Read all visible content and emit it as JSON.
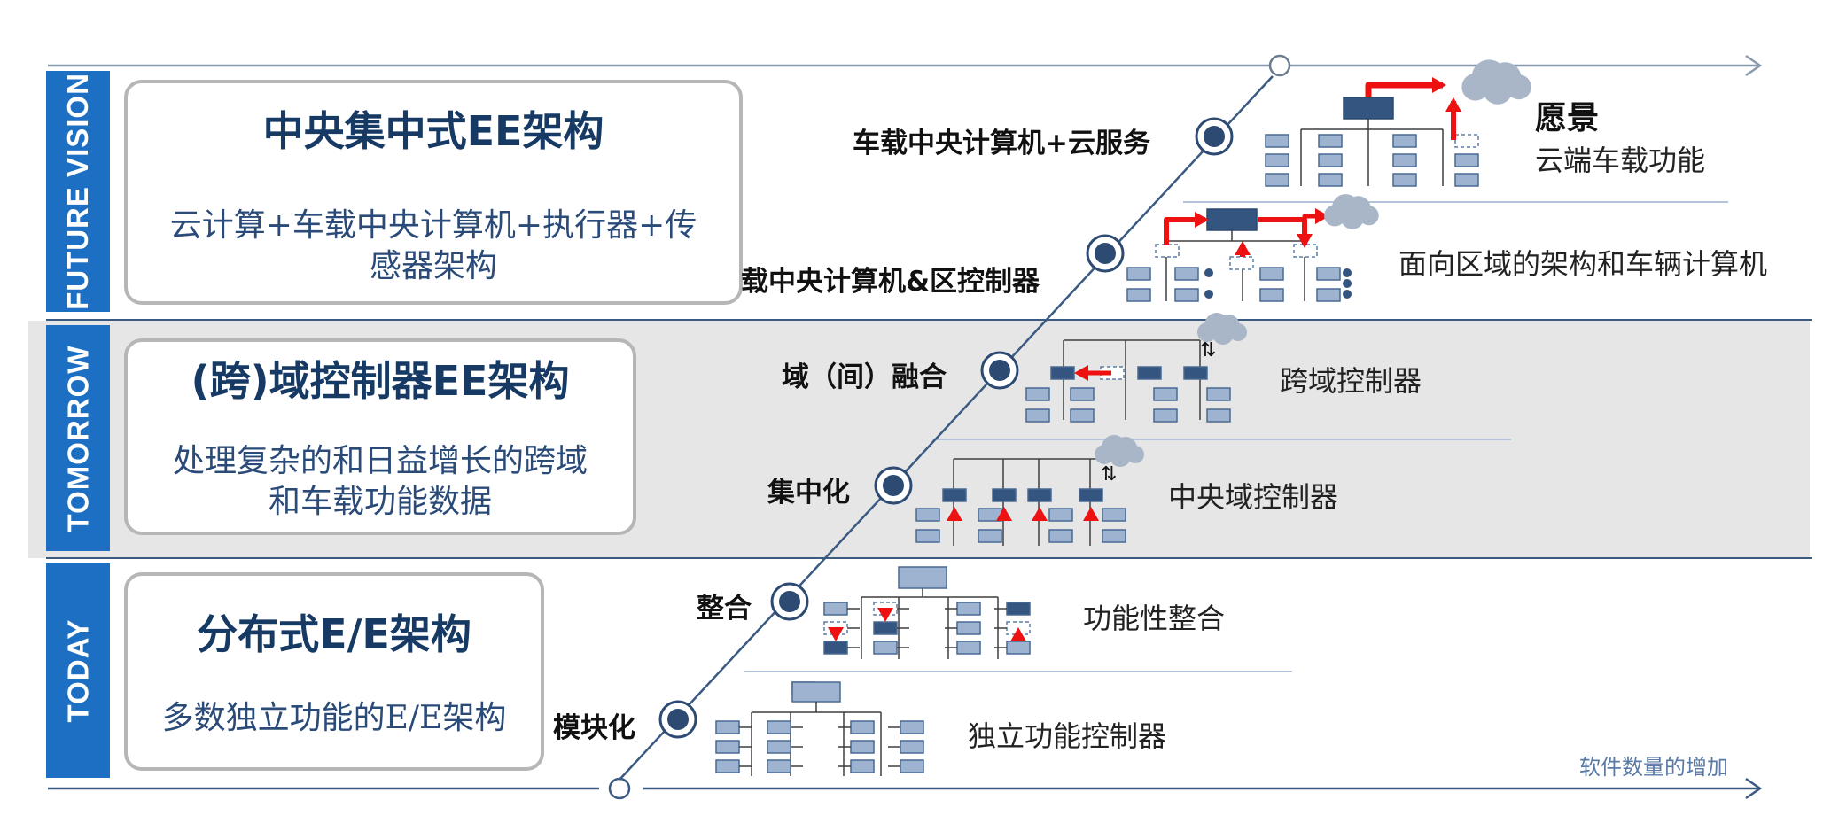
{
  "bands": {
    "future": "FUTURE VISION",
    "tomorrow": "TOMORROW",
    "today": "TODAY"
  },
  "cards": {
    "central": {
      "title": "中央集中式EE架构",
      "desc_line1": "云计算+车载中央计算机+执行器+传",
      "desc_line2": "感器架构"
    },
    "domain": {
      "title": "(跨)域控制器EE架构",
      "desc_line1": "处理复杂的和日益增长的跨域",
      "desc_line2": "和车载功能数据"
    },
    "distributed": {
      "title": "分布式E/E架构",
      "desc_line1": "多数独立功能的E/E架构"
    }
  },
  "stages": {
    "modular": "模块化",
    "integration": "整合",
    "centralization": "集中化",
    "fusion": "域（间）融合",
    "zonal": "载中央计算机&区控制器",
    "cloud": "车载中央计算机+云服务"
  },
  "notes": {
    "independent": "独立功能控制器",
    "functional": "功能性整合",
    "central_domain": "中央域控制器",
    "cross_domain": "跨域控制器",
    "zonal_arch": "面向区域的架构和车辆计算机",
    "vision_title": "愿景",
    "vision_desc": "云端车载功能"
  },
  "axis": {
    "x_label": "软件数量的增加"
  },
  "colors": {
    "band_blue": "#1c6fc2",
    "title_navy": "#163a64",
    "node_dark": "#34557f",
    "node_light": "#9db3cf",
    "arrow_red": "#ee1111",
    "cloud": "#a9b6c8",
    "tomorrow_bg": "#e6e6e6"
  }
}
